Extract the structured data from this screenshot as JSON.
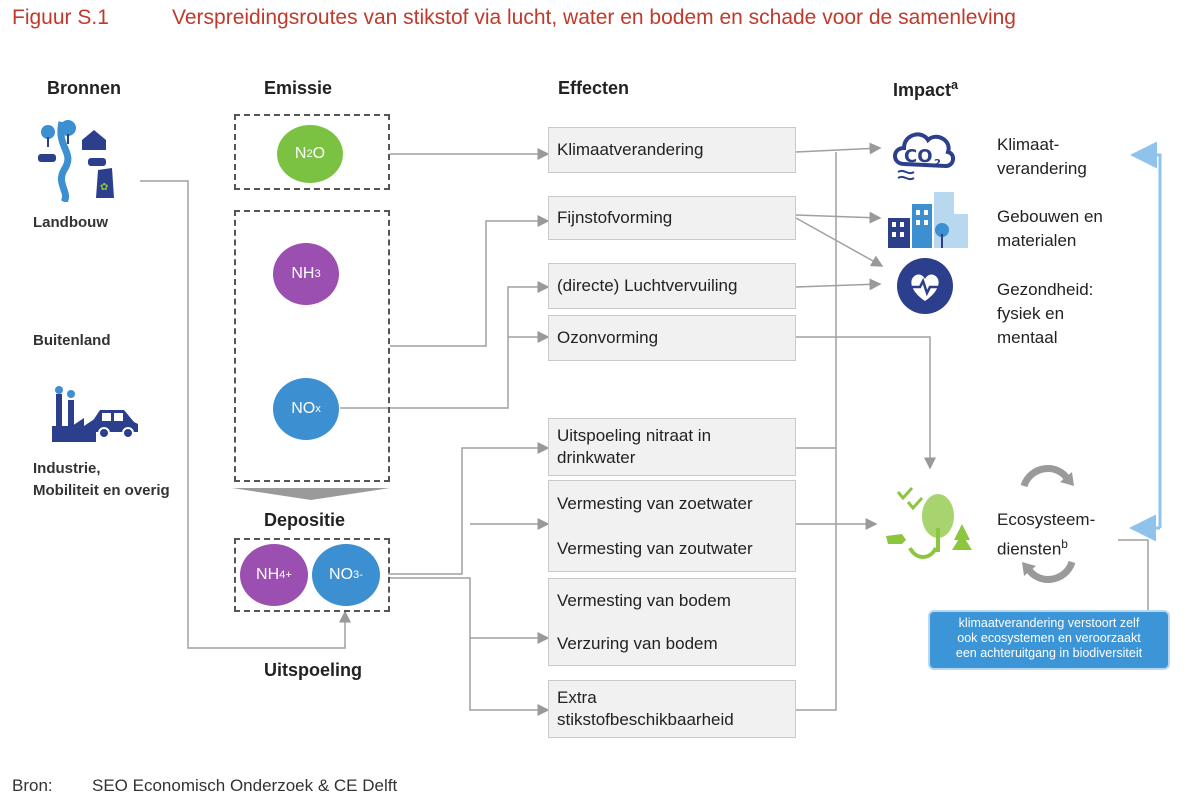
{
  "figure": {
    "label": "Figuur S.1",
    "title": "Verspreidingsroutes van stikstof via lucht, water en bodem en schade voor de samenleving"
  },
  "headers": {
    "sources": "Bronnen",
    "emission": "Emissie",
    "effects": "Effecten",
    "impact": "Impact",
    "impact_sup": "a",
    "deposition": "Depositie",
    "leaching": "Uitspoeling"
  },
  "sources": {
    "agriculture": "Landbouw",
    "abroad": "Buitenland",
    "industry_line1": "Industrie,",
    "industry_line2": "Mobiliteit en overig"
  },
  "compounds": {
    "n2o": {
      "base": "N",
      "sub": "2",
      "rest": "O"
    },
    "nh3": {
      "base": "NH",
      "sub": "3"
    },
    "nox": {
      "base": "NO",
      "sub": "x"
    },
    "nh4": {
      "base": "NH",
      "sub": "4",
      "sup": "+"
    },
    "no3": {
      "base": "NO",
      "sub": "3",
      "sup": "-"
    }
  },
  "effects": {
    "climate_change": "Klimaatverandering",
    "particulate": "Fijnstofvorming",
    "air_pollution": "(directe) Luchtvervuiling",
    "ozone": "Ozonvorming",
    "nitrate_line1": "Uitspoeling nitraat in",
    "nitrate_line2": "drinkwater",
    "freshwater": "Vermesting van zoetwater",
    "saltwater": "Vermesting van zoutwater",
    "soil_eutro": "Vermesting van bodem",
    "soil_acid": "Verzuring van bodem",
    "extra_line1": "Extra",
    "extra_line2": "stikstofbeschikbaarheid"
  },
  "impacts": {
    "climate_line1": "Klimaat-",
    "climate_line2": "verandering",
    "buildings_line1": "Gebouwen en",
    "buildings_line2": "materialen",
    "health_line1": "Gezondheid:",
    "health_line2": "fysiek en",
    "health_line3": "mentaal",
    "eco_line1": "Ecosysteem-",
    "eco_line2": "diensten",
    "eco_sup": "b",
    "co2_icon_text": "CO",
    "co2_icon_sub": "2"
  },
  "callout": {
    "line1": "klimaatverandering verstoort zelf",
    "line2": "ook ecosystemen en veroorzaakt",
    "line3": "een achteruitgang in biodiversiteit"
  },
  "source_note": {
    "label": "Bron:",
    "value": "SEO Economisch Onderzoek & CE Delft"
  },
  "colors": {
    "title_red": "#c0392b",
    "n2o_green": "#7cc242",
    "purple": "#9b4fb0",
    "blue": "#3c8fd0",
    "icon_navy": "#2b3f8c",
    "eco_green": "#8cc63f"
  }
}
